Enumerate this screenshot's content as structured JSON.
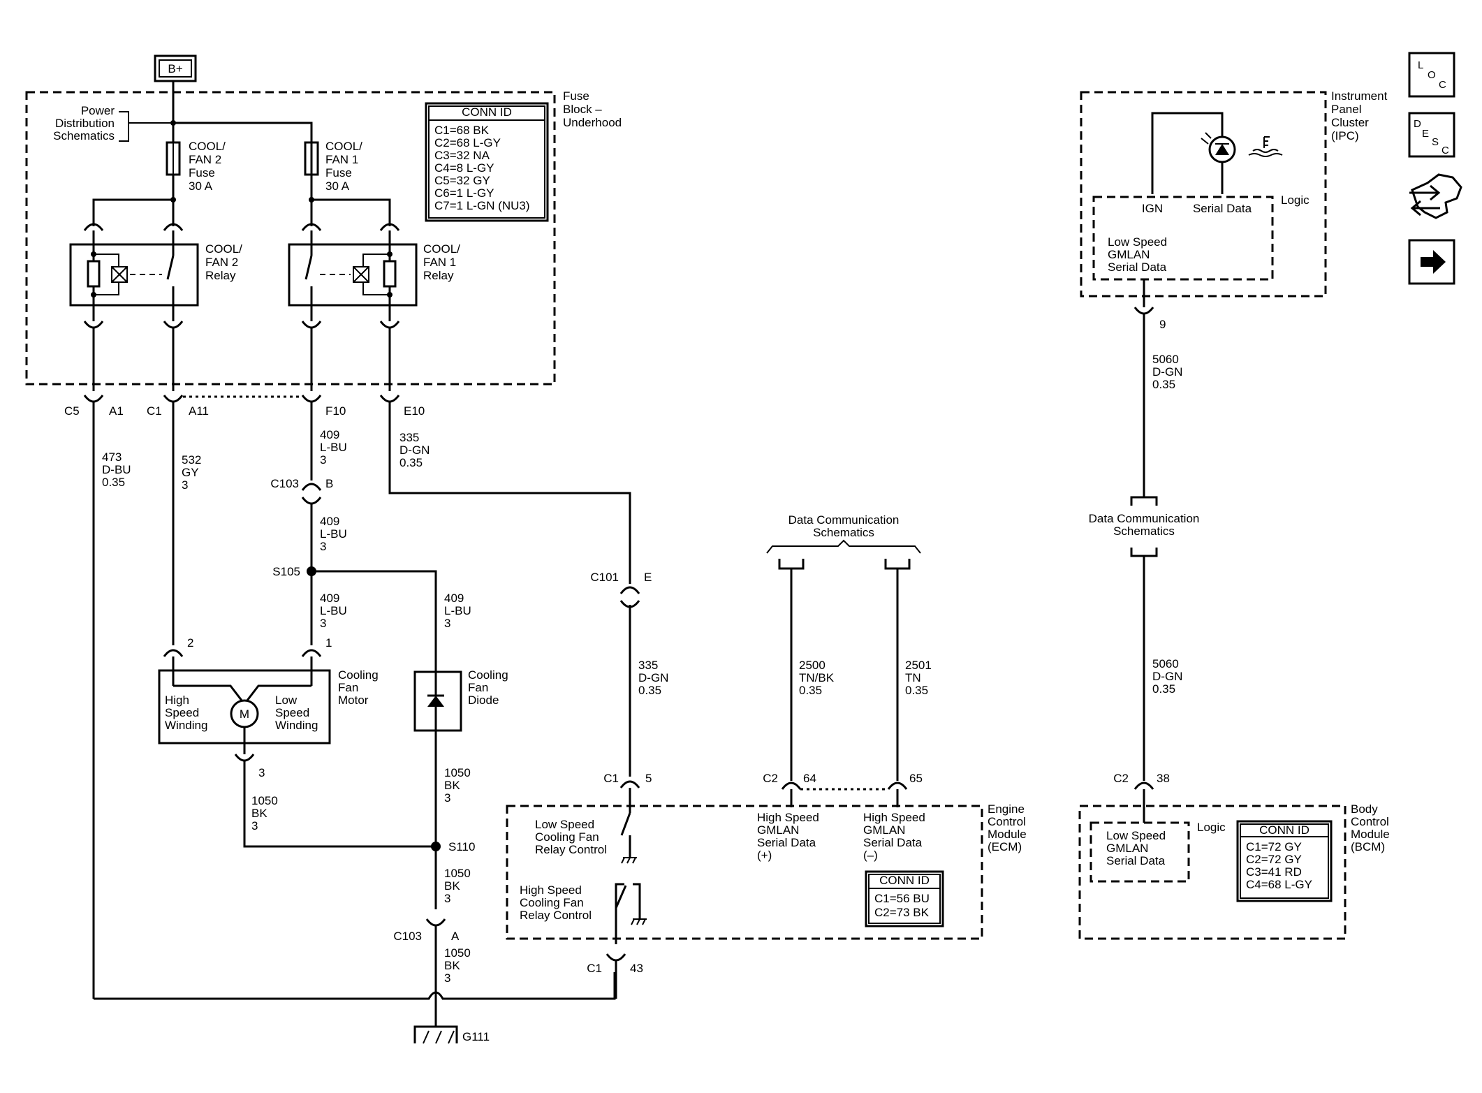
{
  "b_plus": "B+",
  "fuse_block": {
    "title": [
      "Fuse",
      "Block –",
      "Underhood"
    ],
    "power_dist": [
      "Power",
      "Distribution",
      "Schematics"
    ],
    "fuse2": [
      "COOL/",
      "FAN 2",
      "Fuse",
      "30 A"
    ],
    "fuse1": [
      "COOL/",
      "FAN 1",
      "Fuse",
      "30 A"
    ],
    "relay2": [
      "COOL/",
      "FAN 2",
      "Relay"
    ],
    "relay1": [
      "COOL/",
      "FAN 1",
      "Relay"
    ],
    "conn_id": {
      "title": "CONN ID",
      "rows": [
        "C1=68 BK",
        "C2=68 L-GY",
        "C3=32 NA",
        "C4=8 L-GY",
        "C5=32 GY",
        "C6=1 L-GY",
        "C7=1 L-GN (NU3)"
      ]
    }
  },
  "pins": {
    "c5": "C5",
    "a1": "A1",
    "c1": "C1",
    "a11": "A11",
    "f10": "F10",
    "e10": "E10"
  },
  "wires": {
    "w473": [
      "473",
      "D-BU",
      "0.35"
    ],
    "w532": [
      "532",
      "GY",
      "3"
    ],
    "w409a": [
      "409",
      "L-BU",
      "3"
    ],
    "w335a": [
      "335",
      "D-GN",
      "0.35"
    ],
    "w409b": [
      "409",
      "L-BU",
      "3"
    ],
    "w409c": [
      "409",
      "L-BU",
      "3"
    ],
    "w409d": [
      "409",
      "L-BU",
      "3"
    ],
    "w335b": [
      "335",
      "D-GN",
      "0.35"
    ],
    "w2500": [
      "2500",
      "TN/BK",
      "0.35"
    ],
    "w2501": [
      "2501",
      "TN",
      "0.35"
    ],
    "w5060a": [
      "5060",
      "D-GN",
      "0.35"
    ],
    "w5060b": [
      "5060",
      "D-GN",
      "0.35"
    ],
    "w1050a": [
      "1050",
      "BK",
      "3"
    ],
    "w1050b": [
      "1050",
      "BK",
      "3"
    ],
    "w1050c": [
      "1050",
      "BK",
      "3"
    ],
    "w1050d": [
      "1050",
      "BK",
      "3"
    ]
  },
  "connectors": {
    "c103_b": [
      "C103",
      "B"
    ],
    "s105": "S105",
    "c101_e": [
      "C101",
      "E"
    ],
    "motor_pin2": "2",
    "motor_pin1": "1",
    "motor_pin3": "3",
    "s110": "S110",
    "c103_a": [
      "C103",
      "A"
    ],
    "g111": "G111",
    "ecm_c1_5": [
      "C1",
      "5"
    ],
    "ecm_c2_64": [
      "C2",
      "64"
    ],
    "ecm_65": "65",
    "ecm_c1_43": [
      "C1",
      "43"
    ],
    "ipc_pin9": "9",
    "bcm_c2_38": [
      "C2",
      "38"
    ]
  },
  "motor": {
    "title": [
      "Cooling",
      "Fan",
      "Motor"
    ],
    "high": [
      "High",
      "Speed",
      "Winding"
    ],
    "low": [
      "Low",
      "Speed",
      "Winding"
    ],
    "symbol": "M"
  },
  "diode": {
    "title": [
      "Cooling",
      "Fan",
      "Diode"
    ]
  },
  "data_comm_ecm": [
    "Data Communication",
    "Schematics"
  ],
  "data_comm_ipc": [
    "Data Communication",
    "Schematics"
  ],
  "ecm": {
    "title": [
      "Engine",
      "Control",
      "Module",
      "(ECM)"
    ],
    "low_ctrl": [
      "Low Speed",
      "Cooling Fan",
      "Relay Control"
    ],
    "high_ctrl": [
      "High Speed",
      "Cooling Fan",
      "Relay Control"
    ],
    "hs_plus": [
      "High Speed",
      "GMLAN",
      "Serial Data",
      "(+)"
    ],
    "hs_minus": [
      "High Speed",
      "GMLAN",
      "Serial Data",
      "(–)"
    ],
    "conn_id": {
      "title": "CONN ID",
      "rows": [
        "C1=56 BU",
        "C2=73 BK"
      ]
    }
  },
  "ipc": {
    "title": [
      "Instrument",
      "Panel",
      "Cluster",
      "(IPC)"
    ],
    "ign": "IGN",
    "serial": "Serial Data",
    "logic": "Logic",
    "ls": [
      "Low Speed",
      "GMLAN",
      "Serial Data"
    ]
  },
  "bcm": {
    "title": [
      "Body",
      "Control",
      "Module",
      "(BCM)"
    ],
    "logic": "Logic",
    "ls": [
      "Low Speed",
      "GMLAN",
      "Serial Data"
    ],
    "conn_id": {
      "title": "CONN ID",
      "rows": [
        "C1=72 GY",
        "C2=72 GY",
        "C3=41 RD",
        "C4=68 L-GY"
      ]
    }
  },
  "nav": {
    "loc": [
      "L",
      "O",
      "C"
    ],
    "desc": [
      "D",
      "E",
      "S",
      "C"
    ]
  }
}
